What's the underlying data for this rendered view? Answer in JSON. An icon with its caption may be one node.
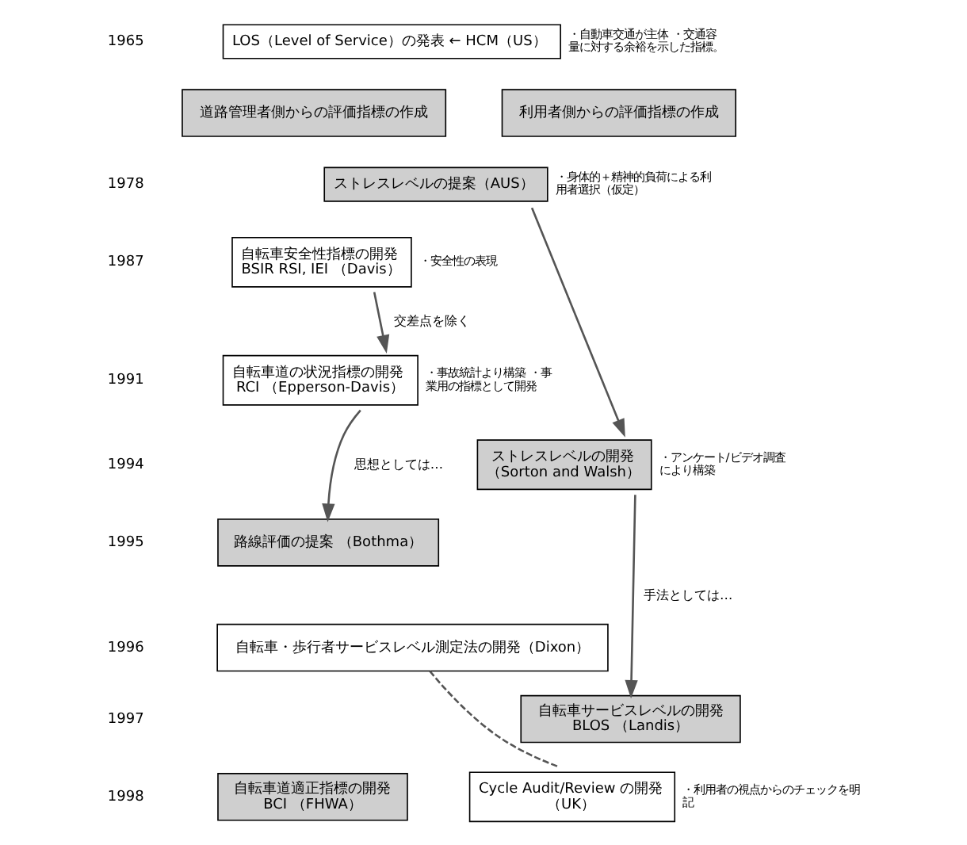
{
  "diagram": {
    "nodes": [
      {
        "text": [
          "LOS（Level of Service）の発表 ← HCM（US）"
        ],
        "beside": [
          "・自動車交通が主体 ・交通容量に対する余裕を示した指標。"
        ]
      },
      {
        "text": [
          "道路管理者側からの評価指標の作成"
        ]
      },
      {
        "text": [
          "利用者側からの評価指標の作成"
        ]
      },
      {
        "text": [
          "自転車安全性指標の開発",
          "BSIR RSI, IEI （Davis）"
        ],
        "beside": [
          "・安全性の表現"
        ]
      },
      {
        "text": [
          "自転車道の状況指標の開発",
          "RCI （Epperson-Davis）"
        ],
        "beside": [
          "・事故統計より構築 ・事業用の指標として開発"
        ]
      },
      {
        "text": [
          "路線評価の提案 （Bothma）"
        ]
      },
      {
        "text": [
          "ストレスレベルの提案（AUS）"
        ],
        "beside": [
          "・身体的＋精神的負荷による利用者選択（仮定）"
        ]
      },
      {
        "text": [
          "ストレスレベルの開発",
          "（Sorton and Walsh）"
        ],
        "beside": [
          "・アンケート/ビデオ調査により構築"
        ]
      },
      {
        "text": [
          "自転車・歩行者サービスレベル測定法の開発（Dixon）"
        ]
      },
      {
        "text": [
          "自転車サービスレベルの開発",
          "BLOS （Landis）"
        ]
      },
      {
        "text": [
          "自転車道適正指標の開発",
          "BCI （FHWA）"
        ]
      },
      {
        "text": [
          "Cycle Audit/Review の開発",
          "（UK）"
        ],
        "beside": [
          "・利用者の視点からのチェックを明記"
        ]
      }
    ],
    "edges": [
      {
        "from": 3,
        "to": 4,
        "arrow": "to",
        "label": "交差点を除く"
      },
      {
        "from": 4,
        "to": 5,
        "arrow": "to",
        "label": "思想としては…"
      },
      {
        "from": 6,
        "to": 7,
        "arrow": "to"
      },
      {
        "from": 7,
        "to": 9,
        "arrow": "to",
        "label": "手法としては…"
      },
      {
        "from": 8,
        "to": 11,
        "arrow": "none",
        "style": "dashed"
      }
    ],
    "labels": [
      "1965",
      "1978",
      "1987",
      "1991",
      "1994",
      "1995",
      "1996",
      "1997",
      "1998"
    ]
  }
}
